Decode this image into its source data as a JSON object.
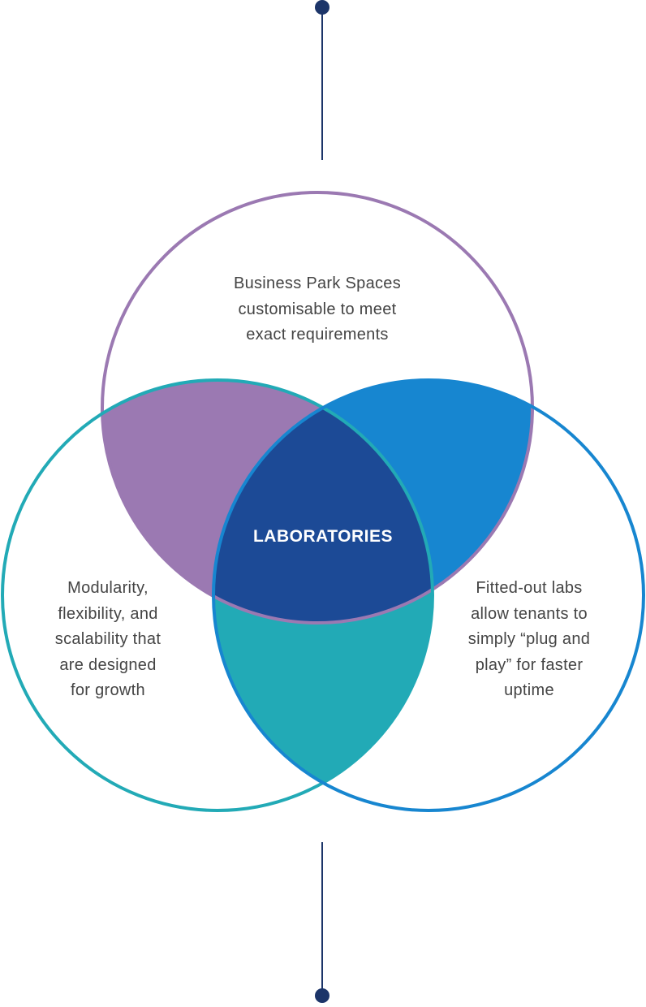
{
  "colors": {
    "purple": "#9B79B2",
    "teal": "#22AAB6",
    "blue": "#1786D0",
    "center": "#1C4A96",
    "connector": "#1C3569",
    "text": "#444444",
    "center_text": "#FFFFFF"
  },
  "diagram": {
    "center_label": "LABORATORIES",
    "circles": [
      {
        "id": "top",
        "color": "purple",
        "lines": [
          "Business Park Spaces",
          "customisable to meet",
          "exact requirements"
        ]
      },
      {
        "id": "left",
        "color": "teal",
        "lines": [
          "Modularity,",
          "flexibility, and",
          "scalability that",
          "are designed",
          "for growth"
        ]
      },
      {
        "id": "right",
        "color": "blue",
        "lines": [
          "Fitted-out labs",
          "allow tenants to",
          "simply “plug and",
          "play” for faster",
          "uptime"
        ]
      }
    ]
  }
}
